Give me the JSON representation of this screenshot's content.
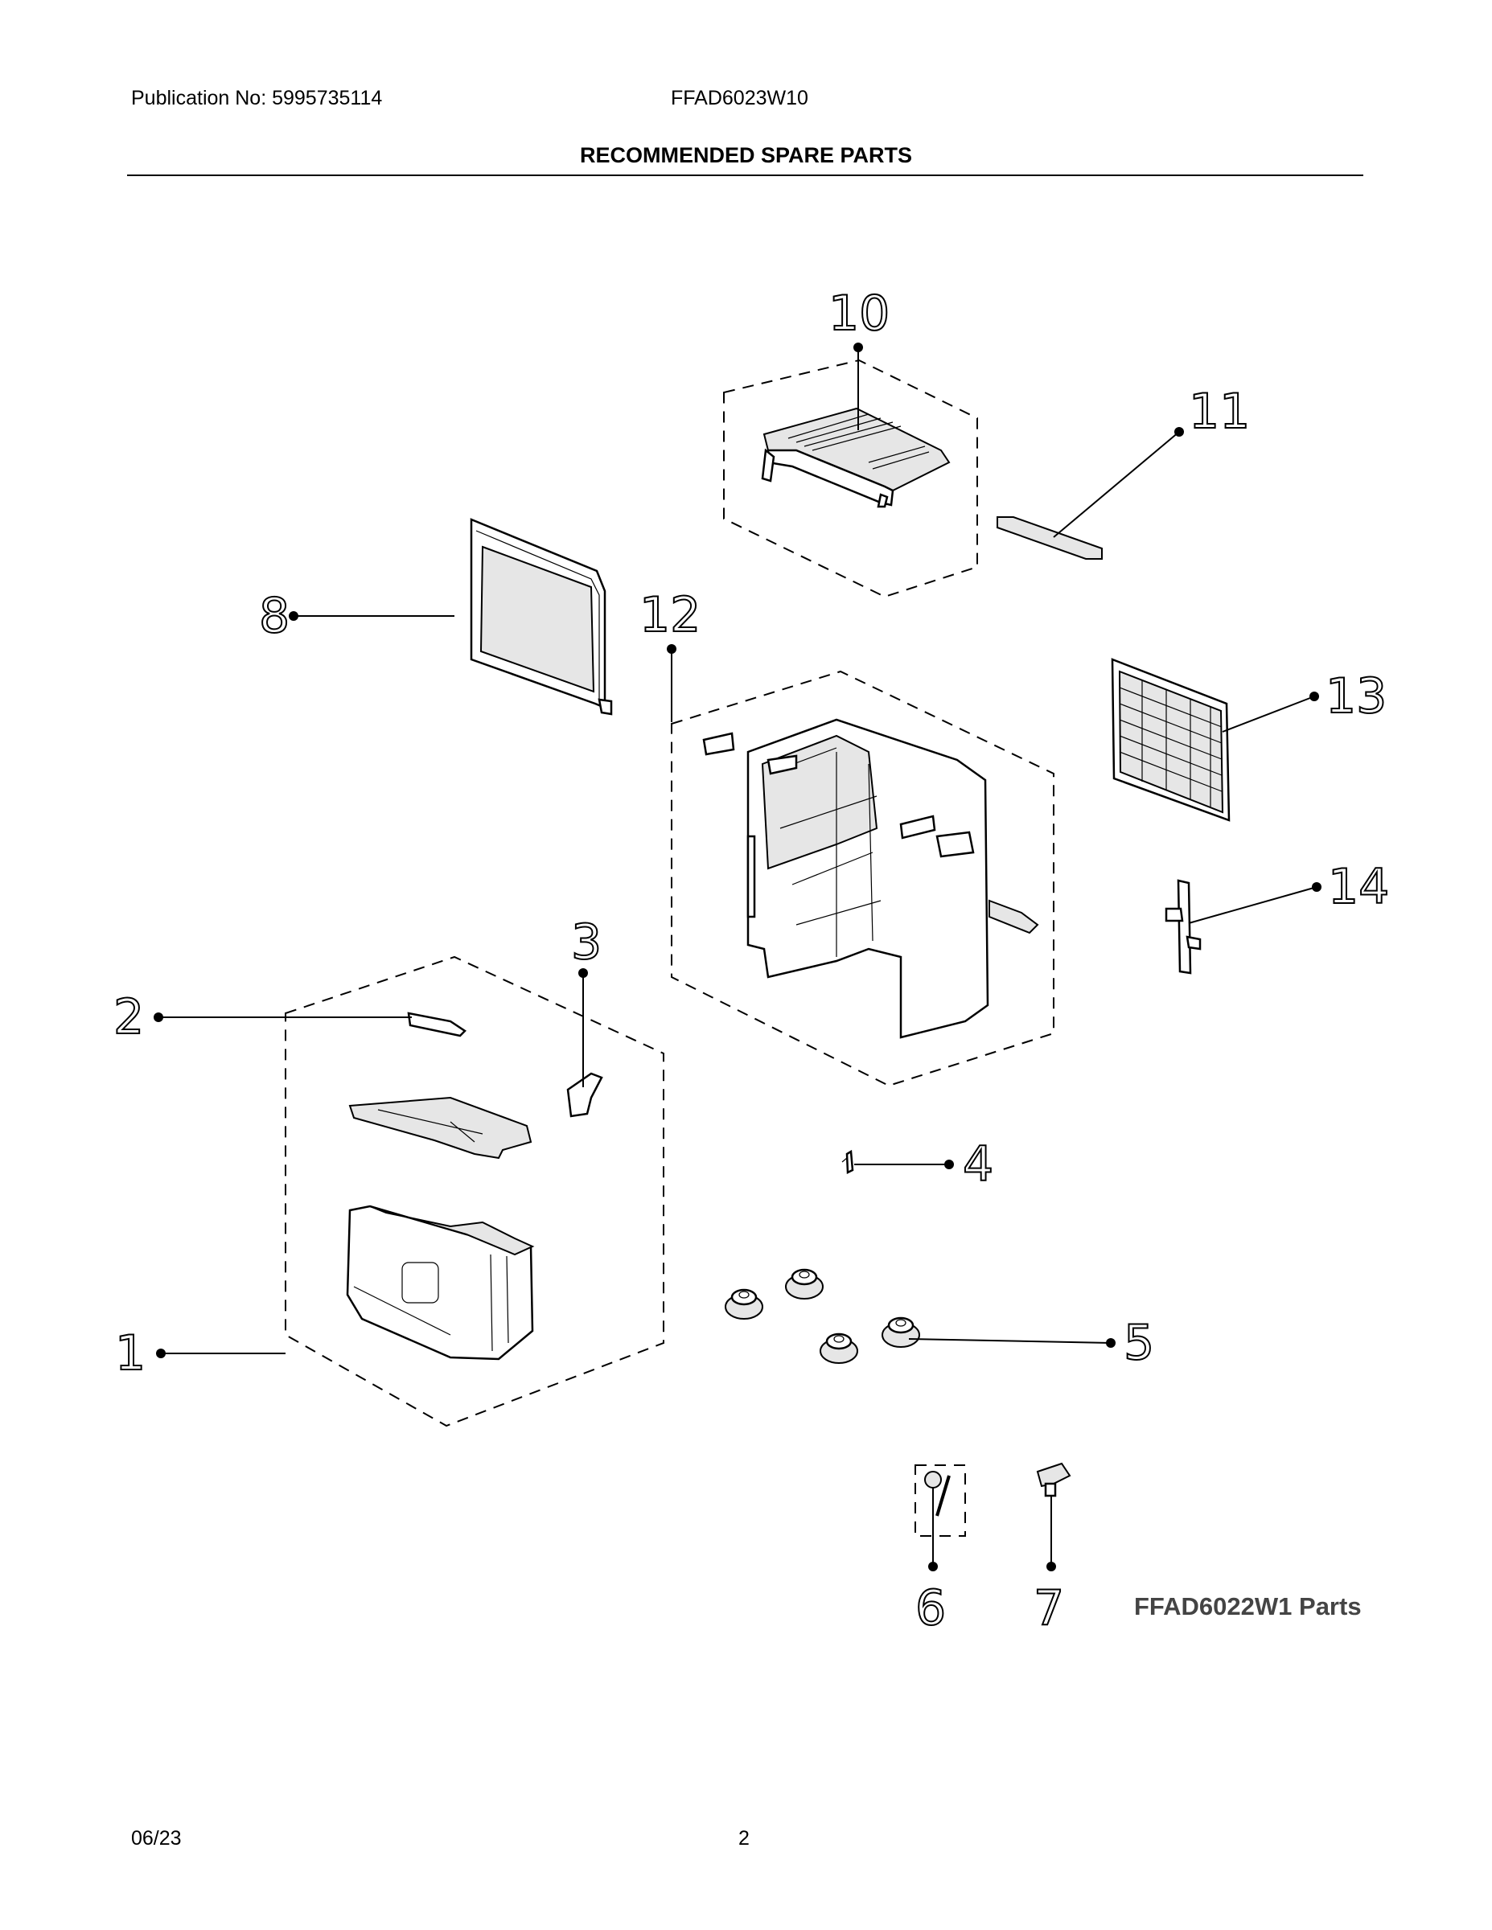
{
  "header": {
    "publication": "Publication No: 5995735114",
    "model": "FFAD6023W10",
    "section_title": "RECOMMENDED SPARE PARTS"
  },
  "callouts": [
    "1",
    "2",
    "3",
    "4",
    "5",
    "6",
    "7",
    "8",
    "10",
    "11",
    "12",
    "13",
    "14"
  ],
  "parts_note": "FFAD6022W1 Parts",
  "footer": {
    "date": "06/23",
    "page": "2"
  }
}
